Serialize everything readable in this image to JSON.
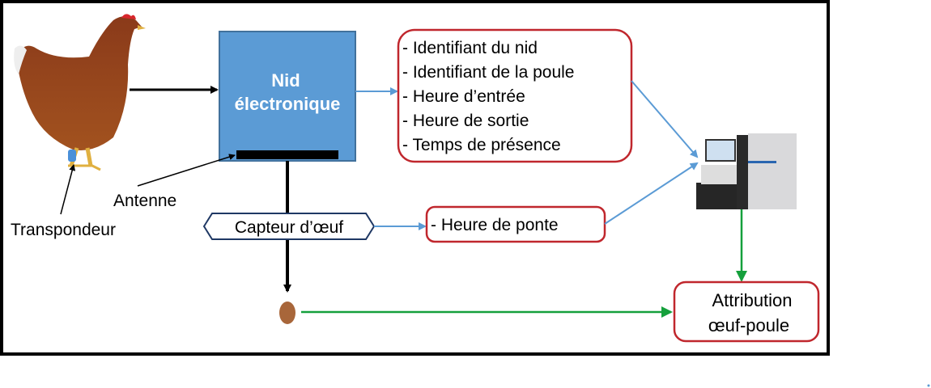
{
  "nest": {
    "line1": "Nid",
    "line2": "électronique"
  },
  "labels": {
    "antenna": "Antenne",
    "transponder": "Transpondeur"
  },
  "sensor": {
    "label": "Capteur d’œuf"
  },
  "nest_outputs": [
    "- Identifiant du nid",
    "- Identifiant de la poule",
    "- Heure d’entrée",
    "- Heure de sortie",
    "- Temps de présence"
  ],
  "sensor_output": "- Heure de ponte",
  "result": {
    "line1": "Attribution",
    "line2": "œuf-poule"
  },
  "colors": {
    "nest_fill": "#5b9bd5",
    "box_border": "#c0272d",
    "blue_arrow": "#5b9bd5",
    "green_arrow": "#15a03c"
  }
}
